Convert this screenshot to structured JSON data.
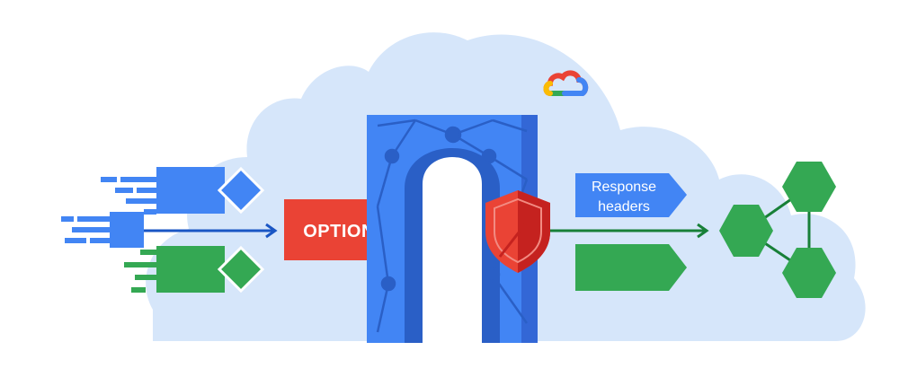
{
  "diagram": {
    "request_method_label": "OPTIONS",
    "response_label_line1": "Response",
    "response_label_line2": "headers",
    "logo_name": "cloud-logo",
    "icons": [
      "cloud-logo-icon",
      "shield-icon",
      "arch-gateway-icon",
      "hexagon-network-icon"
    ],
    "colors": {
      "cloud": "#d6e6fa",
      "blue": "#4285f4",
      "blue_dark": "#2a5fc6",
      "arch_inner": "#3367d6",
      "red": "#ea4335",
      "red_dark": "#c5221f",
      "green": "#34a853",
      "yellow": "#fbbc04",
      "arrow_blue": "#1a56c4",
      "arrow_green": "#188038"
    }
  }
}
